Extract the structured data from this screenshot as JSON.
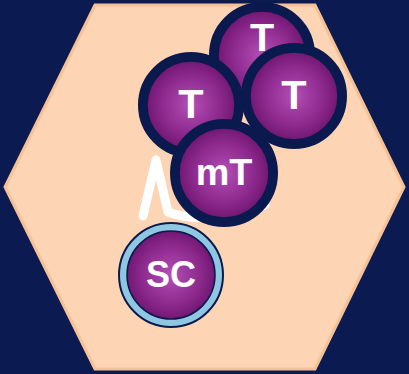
{
  "diagram": {
    "nodes": [
      {
        "text": [
          "T"
        ]
      },
      {
        "text": [
          "T"
        ]
      },
      {
        "text": [
          "T"
        ]
      },
      {
        "text": [
          "mT"
        ]
      },
      {
        "text": [
          "SC"
        ]
      }
    ]
  }
}
